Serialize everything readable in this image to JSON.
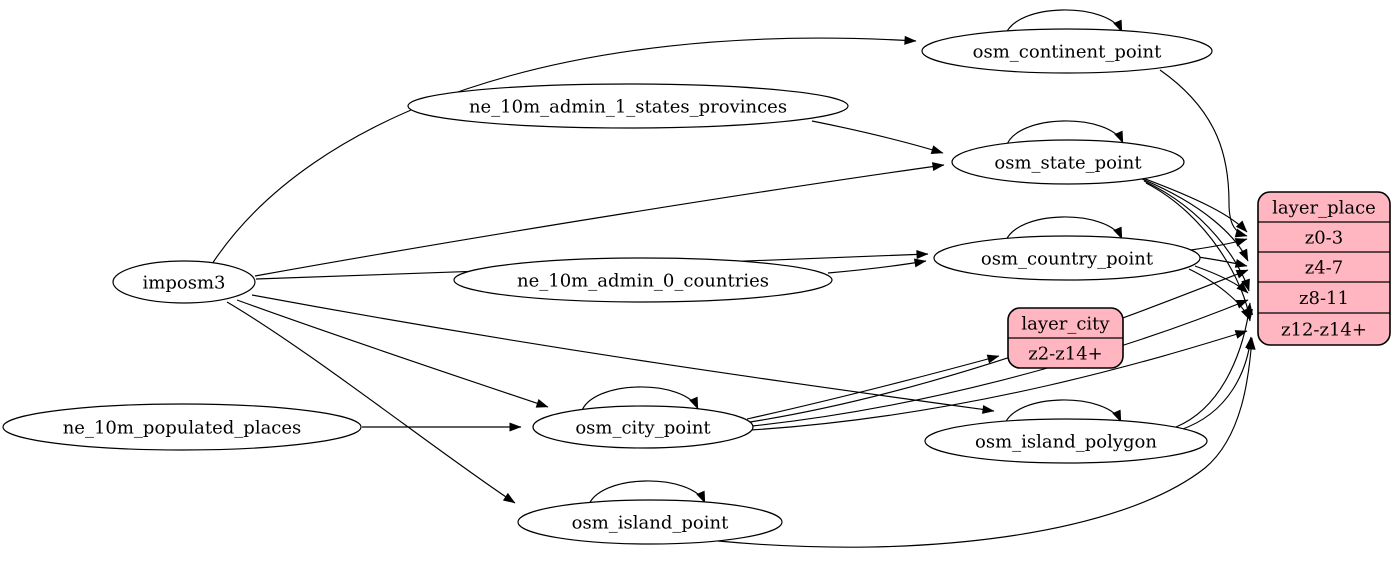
{
  "colors": {
    "background": "#ffffff",
    "table_fill": "#ffffff",
    "layer_fill": "#ffb6c1",
    "stroke": "#000000",
    "text": "#000000"
  },
  "nodes": {
    "imposm3": {
      "label": "imposm3",
      "kind": "source"
    },
    "ne_10m_admin_1_states_provinces": {
      "label": "ne_10m_admin_1_states_provinces",
      "kind": "source"
    },
    "ne_10m_admin_0_countries": {
      "label": "ne_10m_admin_0_countries",
      "kind": "source"
    },
    "ne_10m_populated_places": {
      "label": "ne_10m_populated_places",
      "kind": "source"
    },
    "osm_continent_point": {
      "label": "osm_continent_point",
      "kind": "table"
    },
    "osm_state_point": {
      "label": "osm_state_point",
      "kind": "table"
    },
    "osm_country_point": {
      "label": "osm_country_point",
      "kind": "table"
    },
    "osm_city_point": {
      "label": "osm_city_point",
      "kind": "table"
    },
    "osm_island_polygon": {
      "label": "osm_island_polygon",
      "kind": "table"
    },
    "osm_island_point": {
      "label": "osm_island_point",
      "kind": "table"
    },
    "layer_city": {
      "title": "layer_city",
      "rows": [
        "z2-z14+"
      ],
      "kind": "layer"
    },
    "layer_place": {
      "title": "layer_place",
      "rows": [
        "z0-3",
        "z4-7",
        "z8-11",
        "z12-z14+"
      ],
      "kind": "layer"
    }
  },
  "edges": [
    {
      "from": "imposm3",
      "to": "osm_continent_point"
    },
    {
      "from": "imposm3",
      "to": "osm_state_point"
    },
    {
      "from": "imposm3",
      "to": "osm_country_point"
    },
    {
      "from": "imposm3",
      "to": "osm_city_point"
    },
    {
      "from": "imposm3",
      "to": "osm_island_polygon"
    },
    {
      "from": "imposm3",
      "to": "osm_island_point"
    },
    {
      "from": "ne_10m_admin_1_states_provinces",
      "to": "osm_state_point"
    },
    {
      "from": "ne_10m_admin_0_countries",
      "to": "osm_country_point"
    },
    {
      "from": "ne_10m_populated_places",
      "to": "osm_city_point"
    },
    {
      "from": "osm_continent_point",
      "to": "osm_continent_point"
    },
    {
      "from": "osm_state_point",
      "to": "osm_state_point"
    },
    {
      "from": "osm_country_point",
      "to": "osm_country_point"
    },
    {
      "from": "osm_city_point",
      "to": "osm_city_point"
    },
    {
      "from": "osm_island_polygon",
      "to": "osm_island_polygon"
    },
    {
      "from": "osm_island_point",
      "to": "osm_island_point"
    },
    {
      "from": "osm_continent_point",
      "to": "layer_place",
      "port": "z0-3"
    },
    {
      "from": "osm_state_point",
      "to": "layer_place",
      "port": "z0-3"
    },
    {
      "from": "osm_state_point",
      "to": "layer_place",
      "port": "z4-7"
    },
    {
      "from": "osm_state_point",
      "to": "layer_place",
      "port": "z8-11"
    },
    {
      "from": "osm_state_point",
      "to": "layer_place",
      "port": "z12-z14+"
    },
    {
      "from": "osm_country_point",
      "to": "layer_place",
      "port": "z0-3"
    },
    {
      "from": "osm_country_point",
      "to": "layer_place",
      "port": "z4-7"
    },
    {
      "from": "osm_country_point",
      "to": "layer_place",
      "port": "z8-11"
    },
    {
      "from": "osm_country_point",
      "to": "layer_place",
      "port": "z12-z14+"
    },
    {
      "from": "osm_city_point",
      "to": "layer_city",
      "port": "z2-z14+"
    },
    {
      "from": "osm_city_point",
      "to": "layer_place",
      "port": "z4-7"
    },
    {
      "from": "osm_city_point",
      "to": "layer_place",
      "port": "z8-11"
    },
    {
      "from": "osm_city_point",
      "to": "layer_place",
      "port": "z12-z14+"
    },
    {
      "from": "osm_island_polygon",
      "to": "layer_place",
      "port": "z8-11"
    },
    {
      "from": "osm_island_polygon",
      "to": "layer_place",
      "port": "z12-z14+"
    },
    {
      "from": "osm_island_point",
      "to": "layer_place",
      "port": "z12-z14+"
    }
  ]
}
